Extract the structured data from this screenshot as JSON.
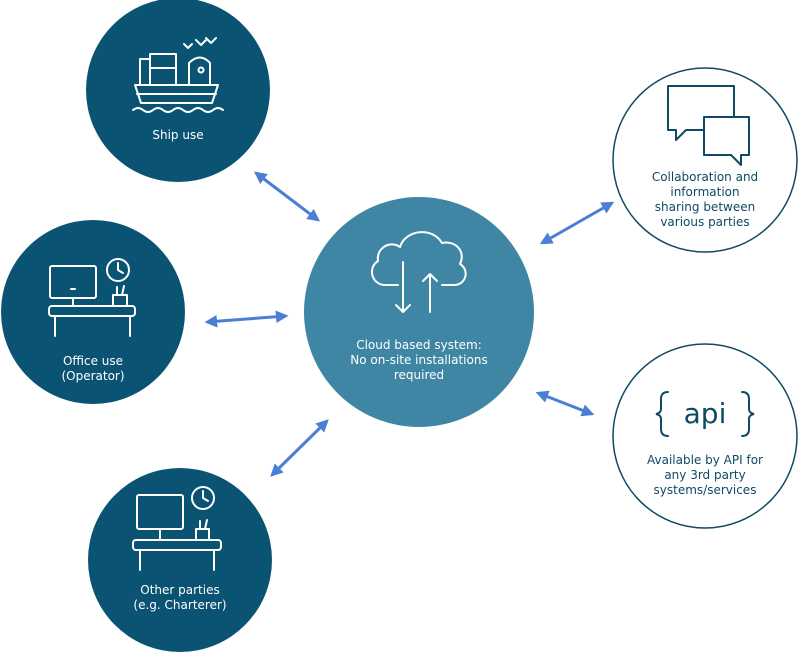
{
  "colors": {
    "dark_node": "#0a5372",
    "center_node": "#3e86a3",
    "outline_node": "#0e4a63",
    "arrow": "#4a7fd4",
    "icon_on_dark": "#ffffff"
  },
  "nodes": {
    "ship": {
      "icon": "ship-icon",
      "lines": [
        "Ship use"
      ]
    },
    "office": {
      "icon": "office-desk-icon",
      "lines": [
        "Office use",
        "(Operator)"
      ]
    },
    "other": {
      "icon": "office-desk-icon",
      "lines": [
        "Other parties",
        "(e.g. Charterer)"
      ]
    },
    "cloud": {
      "icon": "cloud-upload-download-icon",
      "lines": [
        "Cloud based system:",
        "No on-site installations",
        "required"
      ]
    },
    "collab": {
      "icon": "chat-bubbles-icon",
      "lines": [
        "Collaboration and",
        "information",
        "sharing between",
        "various parties"
      ]
    },
    "api": {
      "icon": "api-icon",
      "icon_text": "api",
      "lines": [
        "Available by API for",
        "any 3rd party",
        "systems/services"
      ]
    }
  }
}
